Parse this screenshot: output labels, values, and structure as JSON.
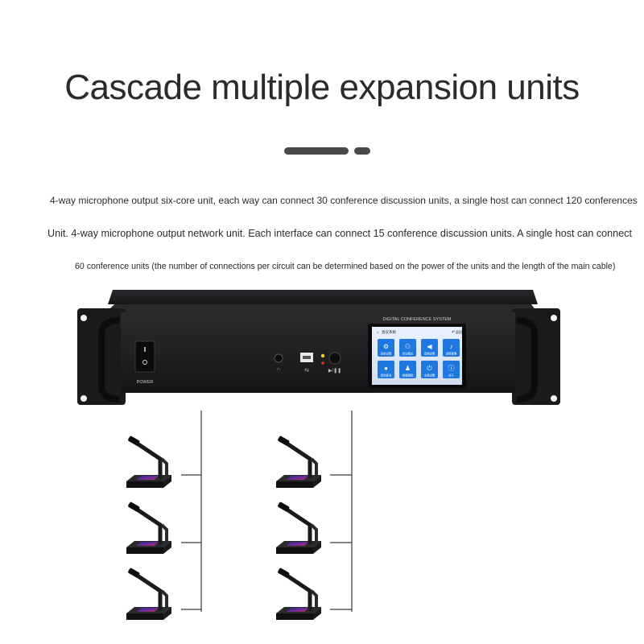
{
  "title": "Cascade multiple expansion units",
  "description": {
    "line1": "4-way microphone output six-core unit, each way can connect 30 conference discussion units, a single host can connect 120 conferences",
    "line2": "Unit. 4-way microphone output network unit. Each interface can connect 15 conference discussion units. A single host can connect",
    "line3": "60 conference units (the number of connections per circuit can be determined based on the power of the units and the length of the main cable)"
  },
  "device": {
    "brand_label": "DIGITAL CONFERENCE SYSTEM",
    "power_label": "POWER",
    "screen_title": "会议系统",
    "screen_back": "返回",
    "screen_icons": [
      {
        "icon": "gear-icon",
        "label": "系统设置"
      },
      {
        "icon": "people-icon",
        "label": "会议模式"
      },
      {
        "icon": "speaker-icon",
        "label": "音频设置"
      },
      {
        "icon": "mic-icon",
        "label": "话筒管理"
      },
      {
        "icon": "user-icon",
        "label": "签到表决"
      },
      {
        "icon": "person-icon",
        "label": "视像跟踪"
      },
      {
        "icon": "power-icon",
        "label": "主席设置"
      },
      {
        "icon": "info-icon",
        "label": "关于"
      }
    ]
  },
  "units": {
    "left_column_count": 3,
    "right_column_count": 3
  },
  "colors": {
    "device_body": "#1c1c1e",
    "screen_tile": "#1e78e0",
    "text": "#2b2b2b"
  }
}
